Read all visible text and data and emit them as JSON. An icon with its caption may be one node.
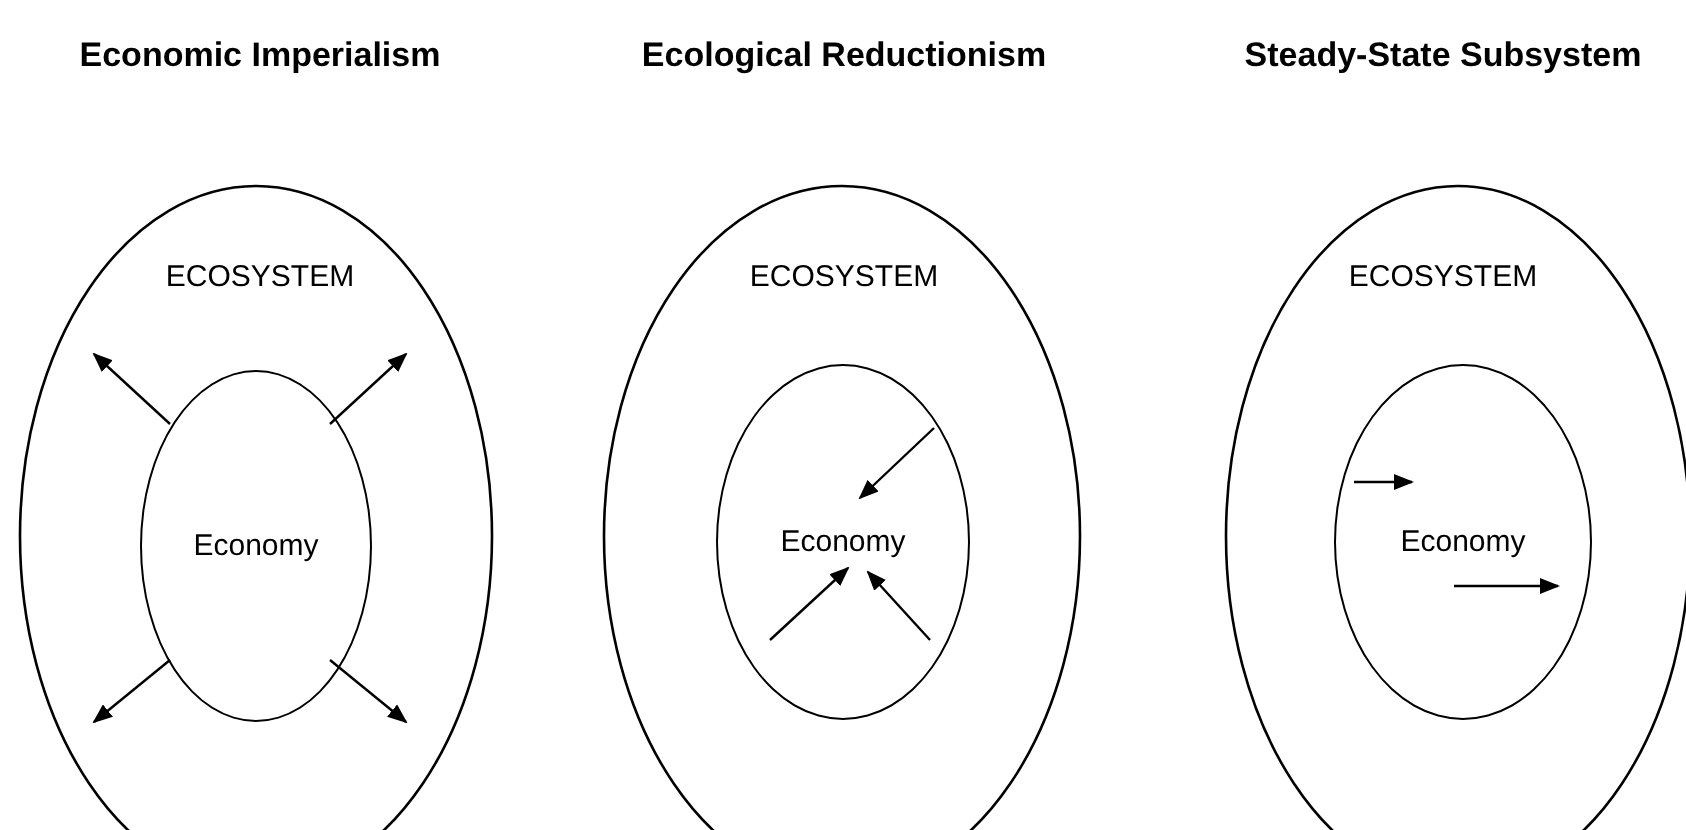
{
  "diagram": {
    "nodes": [
      {
        "text": [
          "Economic Imperialism",
          "ECOSYSTEM"
        ]
      },
      {
        "text": [
          "Economy"
        ],
        "in": 0
      },
      {
        "text": [
          "Ecological Reductionism",
          "ECOSYSTEM"
        ]
      },
      {
        "text": [
          "Economy"
        ],
        "in": 2
      },
      {
        "text": [
          "Steady-State Subsystem",
          "ECOSYSTEM"
        ]
      },
      {
        "text": [
          "Economy"
        ],
        "in": 4
      }
    ],
    "edges": [
      {
        "from": 1,
        "to": 0,
        "arrow": "to"
      },
      {
        "from": 1,
        "to": 0,
        "arrow": "to"
      },
      {
        "from": 1,
        "to": 0,
        "arrow": "to"
      },
      {
        "from": 1,
        "to": 0,
        "arrow": "to"
      }
    ]
  }
}
